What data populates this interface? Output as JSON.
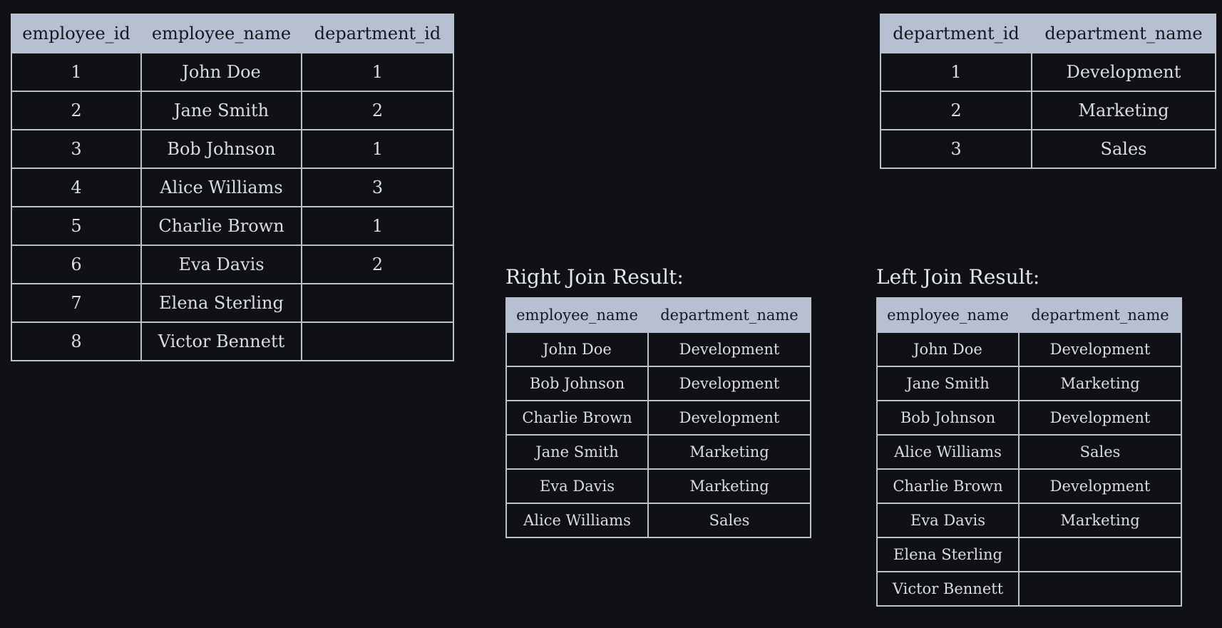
{
  "employees": {
    "columns": [
      "employee_id",
      "employee_name",
      "department_id"
    ],
    "rows": [
      [
        "1",
        "John Doe",
        "1"
      ],
      [
        "2",
        "Jane Smith",
        "2"
      ],
      [
        "3",
        "Bob Johnson",
        "1"
      ],
      [
        "4",
        "Alice Williams",
        "3"
      ],
      [
        "5",
        "Charlie Brown",
        "1"
      ],
      [
        "6",
        "Eva Davis",
        "2"
      ],
      [
        "7",
        "Elena Sterling",
        ""
      ],
      [
        "8",
        "Victor Bennett",
        ""
      ]
    ]
  },
  "departments": {
    "columns": [
      "department_id",
      "department_name"
    ],
    "rows": [
      [
        "1",
        "Development"
      ],
      [
        "2",
        "Marketing"
      ],
      [
        "3",
        "Sales"
      ]
    ]
  },
  "right_join": {
    "caption": "Right Join Result:",
    "columns": [
      "employee_name",
      "department_name"
    ],
    "rows": [
      [
        "John Doe",
        "Development"
      ],
      [
        "Bob Johnson",
        "Development"
      ],
      [
        "Charlie Brown",
        "Development"
      ],
      [
        "Jane Smith",
        "Marketing"
      ],
      [
        "Eva Davis",
        "Marketing"
      ],
      [
        "Alice Williams",
        "Sales"
      ]
    ]
  },
  "left_join": {
    "caption": "Left Join Result:",
    "columns": [
      "employee_name",
      "department_name"
    ],
    "rows": [
      [
        "John Doe",
        "Development"
      ],
      [
        "Jane Smith",
        "Marketing"
      ],
      [
        "Bob Johnson",
        "Development"
      ],
      [
        "Alice Williams",
        "Sales"
      ],
      [
        "Charlie Brown",
        "Development"
      ],
      [
        "Eva Davis",
        "Marketing"
      ],
      [
        "Elena Sterling",
        ""
      ],
      [
        "Victor Bennett",
        ""
      ]
    ]
  }
}
